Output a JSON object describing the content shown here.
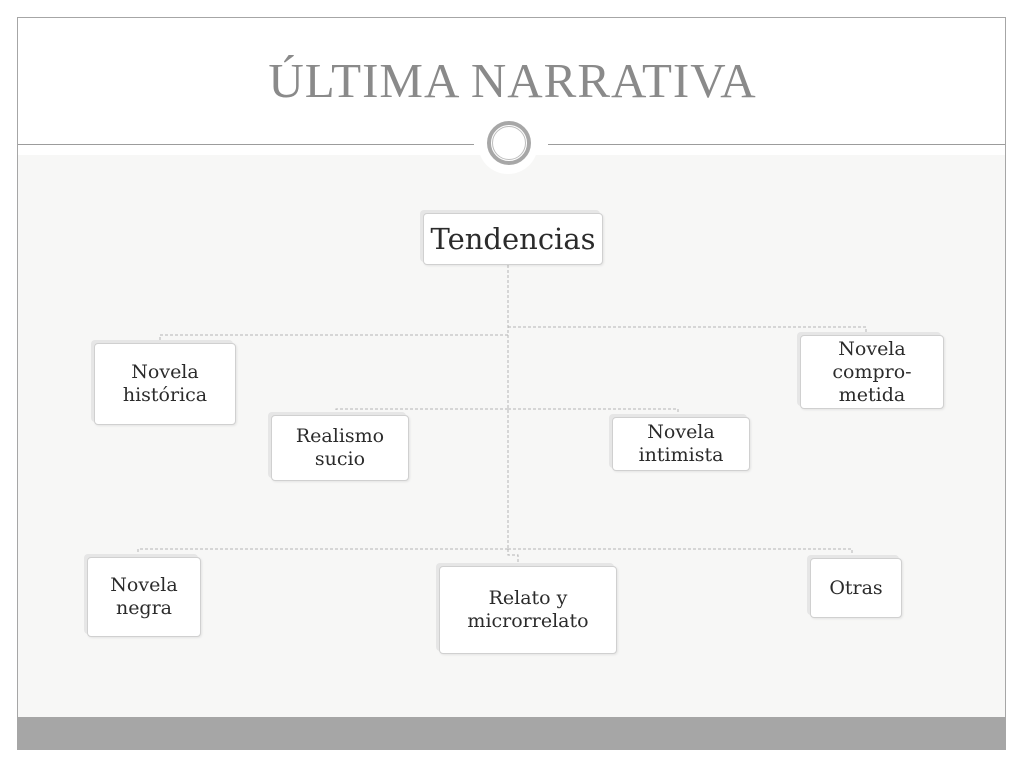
{
  "title": "ÚLTIMA NARRATIVA",
  "diagram": {
    "root": "Tendencias",
    "children": [
      {
        "id": "historica",
        "lines": [
          "Novela",
          "histórica"
        ]
      },
      {
        "id": "comprometida",
        "lines": [
          "Novela",
          "compro-",
          "metida"
        ]
      },
      {
        "id": "realismo",
        "lines": [
          "Realismo",
          "sucio"
        ]
      },
      {
        "id": "intimista",
        "lines": [
          "Novela",
          "intimista"
        ]
      },
      {
        "id": "negra",
        "lines": [
          "Novela",
          "negra"
        ]
      },
      {
        "id": "relato",
        "lines": [
          "Relato y",
          "microrrelato"
        ]
      },
      {
        "id": "otras",
        "lines": [
          "Otras"
        ]
      }
    ]
  },
  "colors": {
    "title": "#8a8a8a",
    "connector": "#b5b5b5",
    "content_background": "#f7f7f6",
    "footer_band": "#a6a6a6"
  }
}
